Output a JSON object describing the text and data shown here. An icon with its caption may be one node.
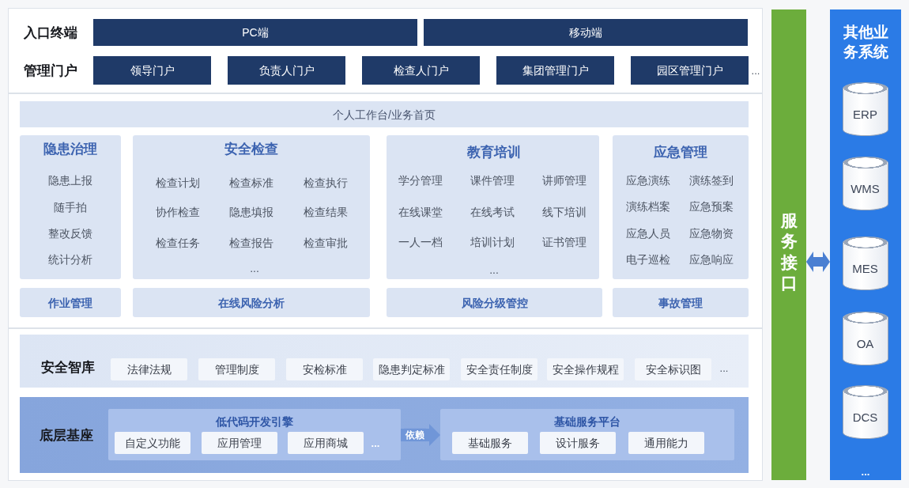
{
  "diagram": {
    "nodes": [
      {
        "text": [
          "PC端"
        ]
      },
      {
        "text": [
          "移动端"
        ]
      },
      {
        "text": [
          "领导门户"
        ]
      },
      {
        "text": [
          "负责人门户"
        ]
      },
      {
        "text": [
          "检查人门户"
        ]
      },
      {
        "text": [
          "集团管理门户"
        ]
      },
      {
        "text": [
          "园区管理门户"
        ]
      },
      {
        "text": [
          "个人工作台/业务首页"
        ]
      },
      {
        "text": [
          "隐患治理",
          "隐患上报",
          "随手拍",
          "整改反馈",
          "统计分析"
        ]
      },
      {
        "text": [
          "安全检查",
          "检查计划",
          "检查标准",
          "检查执行",
          "协作检查",
          "隐患填报",
          "检查结果",
          "检查任务",
          "检查报告",
          "检查审批",
          "..."
        ]
      },
      {
        "text": [
          "教育培训",
          "学分管理",
          "课件管理",
          "讲师管理",
          "在线课堂",
          "在线考试",
          "线下培训",
          "一人一档",
          "培训计划",
          "证书管理",
          "..."
        ]
      },
      {
        "text": [
          "应急管理",
          "应急演练",
          "演练签到",
          "演练档案",
          "应急预案",
          "应急人员",
          "应急物资",
          "电子巡检",
          "应急响应"
        ]
      },
      {
        "text": [
          "作业管理"
        ]
      },
      {
        "text": [
          "在线风险分析"
        ]
      },
      {
        "text": [
          "风险分级管控"
        ]
      },
      {
        "text": [
          "事故管理"
        ]
      },
      {
        "text": [
          "安全智库",
          "..."
        ]
      },
      {
        "text": [
          "法律法规"
        ],
        "in": 16
      },
      {
        "text": [
          "管理制度"
        ],
        "in": 16
      },
      {
        "text": [
          "安检标准"
        ],
        "in": 16
      },
      {
        "text": [
          "隐患判定标准"
        ],
        "in": 16
      },
      {
        "text": [
          "安全责任制度"
        ],
        "in": 16
      },
      {
        "text": [
          "安全操作规程"
        ],
        "in": 16
      },
      {
        "text": [
          "安全标识图"
        ],
        "in": 16
      },
      {
        "text": [
          "底层基座"
        ]
      },
      {
        "text": [
          "低代码开发引擎",
          "..."
        ],
        "in": 24
      },
      {
        "text": [
          "自定义功能"
        ],
        "in": 25
      },
      {
        "text": [
          "应用管理"
        ],
        "in": 25
      },
      {
        "text": [
          "应用商城"
        ],
        "in": 25
      },
      {
        "text": [
          "基础服务平台"
        ],
        "in": 24
      },
      {
        "text": [
          "基础服务"
        ],
        "in": 29
      },
      {
        "text": [
          "设计服务"
        ],
        "in": 29
      },
      {
        "text": [
          "通用能力"
        ],
        "in": 29
      },
      {
        "text": [
          "服务接口"
        ]
      },
      {
        "text": [
          "其他业务系统",
          "..."
        ]
      },
      {
        "text": [
          "ERP"
        ],
        "in": 34
      },
      {
        "text": [
          "WMS"
        ],
        "in": 34
      },
      {
        "text": [
          "MES"
        ],
        "in": 34
      },
      {
        "text": [
          "OA"
        ],
        "in": 34
      },
      {
        "text": [
          "DCS"
        ],
        "in": 34
      }
    ],
    "edges": [
      {
        "from": 25,
        "to": 29,
        "arrow": "to",
        "label": "依赖",
        "color": "#7096d8"
      },
      {
        "from": 33,
        "to": 34,
        "arrow": "both",
        "color": "#4a7fd2"
      }
    ],
    "labels": [
      "入口终端",
      "管理门户",
      "..."
    ]
  }
}
